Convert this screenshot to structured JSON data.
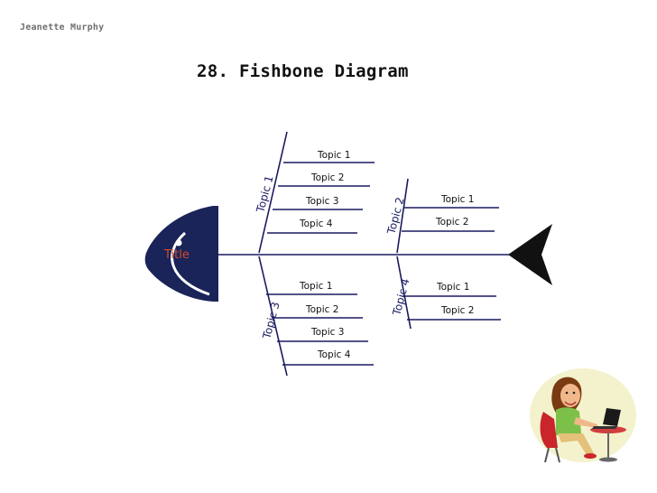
{
  "author": "Jeanette Murphy",
  "slide_title": "28. Fishbone Diagram",
  "diagram": {
    "head_label": "Title",
    "categories": [
      {
        "name": "Topic 1",
        "items": [
          "Topic 1",
          "Topic 2",
          "Topic 3",
          "Topic 4"
        ]
      },
      {
        "name": "Topic 2",
        "items": [
          "Topic 1",
          "Topic 2"
        ]
      },
      {
        "name": "Topic 3",
        "items": [
          "Topic 1",
          "Topic 2",
          "Topic 3",
          "Topic 4"
        ]
      },
      {
        "name": "Topic 4",
        "items": [
          "Topic 1",
          "Topic 2"
        ]
      }
    ]
  },
  "icons": [
    "fish-head-icon",
    "fish-tail-icon",
    "girl-laptop-clipart"
  ],
  "colors": {
    "bone": "#1a1a60",
    "head": "#1a2459",
    "title_text": "#d24a2a"
  }
}
